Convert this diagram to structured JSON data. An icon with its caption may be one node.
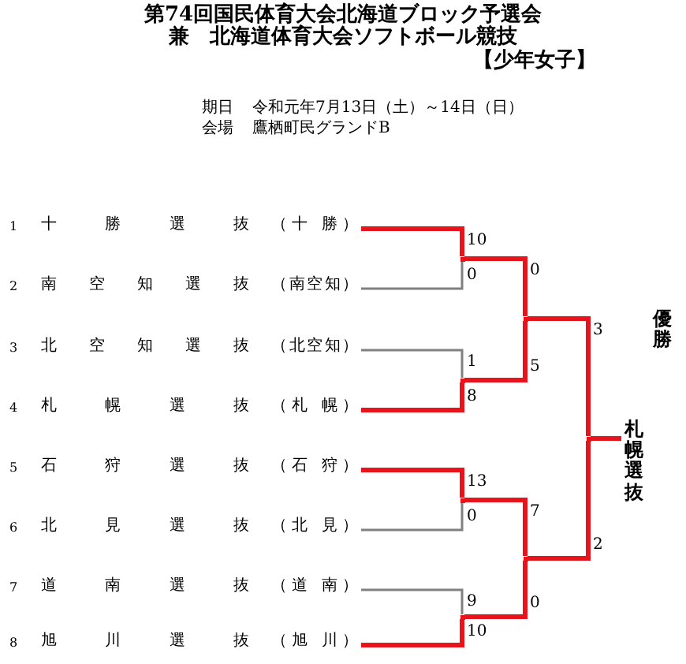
{
  "diagram": {
    "title": "第74回国民体育大会北海道ブロック予選会",
    "nodes": [
      {
        "text": [
          "十 勝 選 抜",
          "（十 勝）"
        ],
        "beside": [
          "1"
        ]
      },
      {
        "text": [
          "南 空 知 選 抜",
          "（南空知）"
        ],
        "beside": [
          "2"
        ]
      },
      {
        "text": [
          "北 空 知 選 抜",
          "（北空知）"
        ],
        "beside": [
          "3"
        ]
      },
      {
        "text": [
          "札 幌 選 抜",
          "（札 幌）"
        ],
        "beside": [
          "4"
        ]
      },
      {
        "text": [
          "石 狩 選 抜",
          "（石 狩）"
        ],
        "beside": [
          "5"
        ]
      },
      {
        "text": [
          "北 見 選 抜",
          "（北 見）"
        ],
        "beside": [
          "6"
        ]
      },
      {
        "text": [
          "道 南 選 抜",
          "（道 南）"
        ],
        "beside": [
          "7"
        ]
      },
      {
        "text": [
          "旭 川 選 抜",
          "（旭 川）"
        ],
        "beside": [
          "8"
        ]
      },
      {
        "text": [],
        "shape": "point"
      },
      {
        "text": [],
        "shape": "point"
      },
      {
        "text": [],
        "shape": "point"
      },
      {
        "text": [],
        "shape": "point"
      },
      {
        "text": [],
        "shape": "point"
      },
      {
        "text": [],
        "shape": "point"
      },
      {
        "text": [],
        "shape": "point"
      },
      {
        "text": [
          "札幌選抜"
        ]
      }
    ],
    "edges": [
      {
        "from": 0,
        "to": 8,
        "arrow": "none",
        "label": "10"
      },
      {
        "from": 1,
        "to": 8,
        "arrow": "none",
        "label": "0",
        "color": "#808080"
      },
      {
        "from": 2,
        "to": 9,
        "arrow": "none",
        "label": "1",
        "color": "#808080"
      },
      {
        "from": 3,
        "to": 9,
        "arrow": "none",
        "label": "8"
      },
      {
        "from": 4,
        "to": 10,
        "arrow": "none",
        "label": "13"
      },
      {
        "from": 5,
        "to": 10,
        "arrow": "none",
        "label": "0",
        "color": "#808080"
      },
      {
        "from": 6,
        "to": 11,
        "arrow": "none",
        "label": "9",
        "color": "#808080"
      },
      {
        "from": 7,
        "to": 11,
        "arrow": "none",
        "label": "10"
      },
      {
        "from": 8,
        "to": 12,
        "arrow": "none",
        "label": "0"
      },
      {
        "from": 9,
        "to": 12,
        "arrow": "none",
        "label": "5"
      },
      {
        "from": 10,
        "to": 13,
        "arrow": "none",
        "label": "7"
      },
      {
        "from": 11,
        "to": 13,
        "arrow": "none",
        "label": "0"
      },
      {
        "from": 12,
        "to": 14,
        "arrow": "none",
        "label": "3"
      },
      {
        "from": 13,
        "to": 14,
        "arrow": "none",
        "label": "2"
      },
      {
        "from": 14,
        "to": 15,
        "arrow": "none"
      }
    ],
    "labels": [
      "兼　北海道体育大会ソフトボール競技",
      "【少年女子】",
      "期日",
      "令和元年7月13日（土）～14日（日）",
      "会場",
      "鷹栖町民グランドB",
      "優勝"
    ]
  }
}
